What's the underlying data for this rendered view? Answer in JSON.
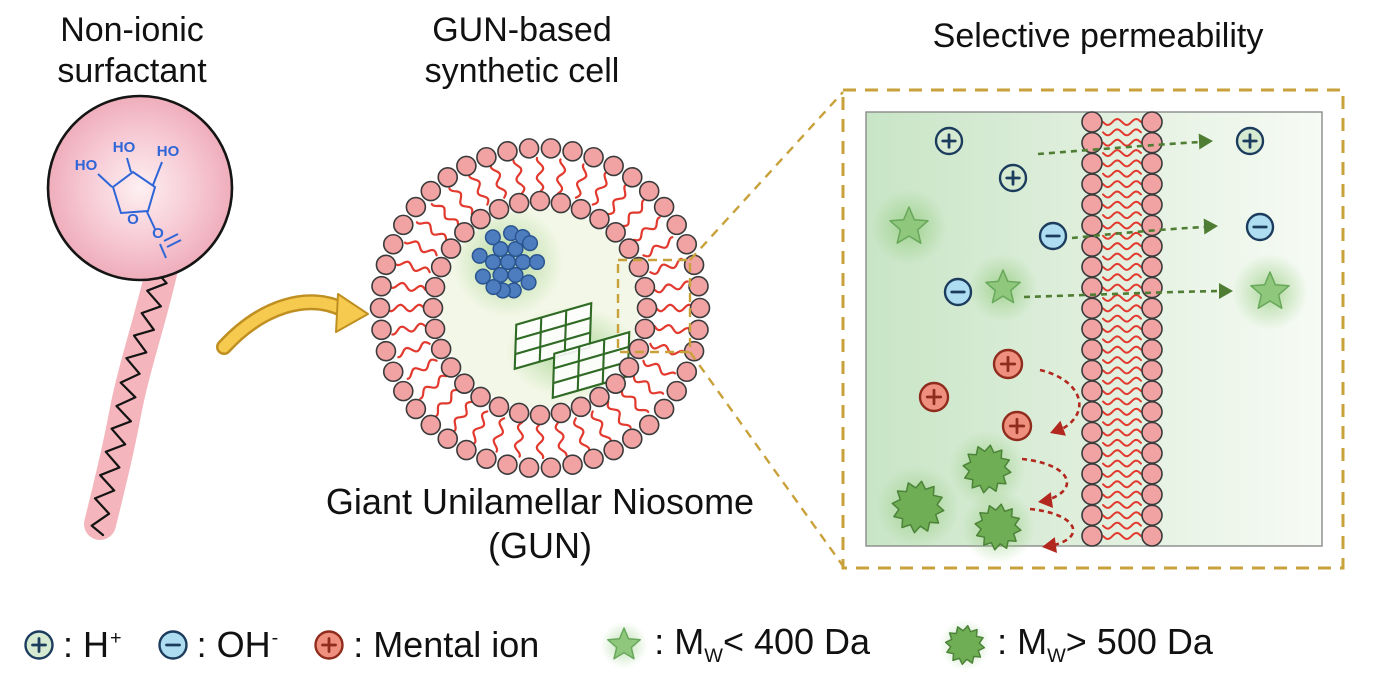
{
  "labels": {
    "surfactant": "Non-ionic\nsurfactant",
    "synthetic_cell": "GUN-based\nsynthetic cell",
    "selective_permeability": "Selective permeability",
    "gun_full": "Giant Unilamellar Niosome\n(GUN)"
  },
  "molecule": {
    "labels": [
      "HO",
      "HO",
      "HO",
      "O",
      "O"
    ]
  },
  "legend": {
    "h_plus": {
      "text": ": H",
      "sup": "+"
    },
    "oh_minus": {
      "text": ": OH",
      "sup": "-"
    },
    "metal_ion": {
      "text": ": Mental ion"
    },
    "mw_small": {
      "pre": ": M",
      "sub": "W",
      "post": "< 400 Da"
    },
    "mw_large": {
      "pre": ": M",
      "sub": "W",
      "post": "> 500 Da"
    }
  },
  "colors": {
    "bead_pink": "#f1a3a3",
    "bead_outline": "#3b3b3b",
    "membrane_red": "#e23a2e",
    "dashed_gold": "#c9a13b",
    "arrow_green": "#4f7d33",
    "arrow_red": "#b2271e",
    "h_plus_fill": "#d6ead2",
    "oh_minus_fill": "#aedcf0",
    "metal_fill": "#ef8f7d",
    "ion_outline": "#1c3c5e",
    "metal_outline": "#8f2c1e",
    "star_green": "#8fc87d",
    "burst_green": "#6fae55",
    "yellow_arrow": "#f6ca4f",
    "yellow_arrow_edge": "#c08f22",
    "molecule_blue": "#2e66d8",
    "tail_pink": "#f4b6bc",
    "lumen": "#f3f7e7",
    "lattice_green": "#2f6b24"
  }
}
